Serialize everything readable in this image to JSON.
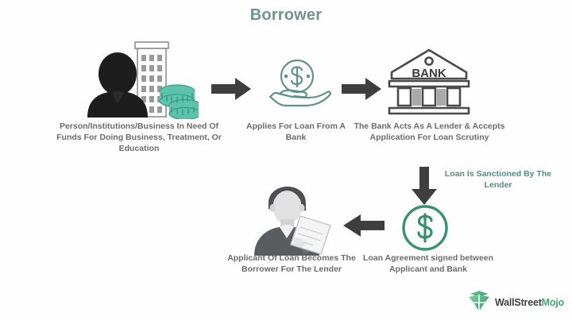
{
  "diagram": {
    "title": "Borrower",
    "title_color": "#6f9490",
    "accent_teal": "#4e8f86",
    "accent_green": "#3f9d76",
    "arrow_color": "#3e3e3e",
    "caption_color": "#6b6b6b",
    "steps": [
      {
        "id": "step-1",
        "icon": "person-building-coins-icon",
        "caption": "Person/Institutions/Business In Need Of Funds For Doing Business, Treatment, Or Education"
      },
      {
        "id": "step-2",
        "icon": "hand-holding-dollar-icon",
        "caption": "Applies For Loan From A Bank"
      },
      {
        "id": "step-3",
        "icon": "bank-building-icon",
        "icon_label": "BANK",
        "caption": "The Bank Acts As A Lender & Accepts Application For Loan Scrutiny"
      },
      {
        "id": "step-4",
        "icon": "dollar-circle-icon",
        "icon_label": "$",
        "caption": "Loan Agreement signed between Applicant and Bank"
      },
      {
        "id": "step-5",
        "icon": "applicant-signing-document-icon",
        "caption": "Applicant Of Loan Becomes The Borrower For The Lender"
      }
    ],
    "connector_label": "Loan Is Sanctioned By The Lender",
    "arrows": [
      {
        "id": "arrow-1",
        "direction": "right"
      },
      {
        "id": "arrow-2",
        "direction": "right"
      },
      {
        "id": "arrow-3",
        "direction": "down"
      },
      {
        "id": "arrow-4",
        "direction": "left"
      }
    ]
  },
  "logo": {
    "name": "WallStreetMojo",
    "part_1": "WallStreet",
    "part_2": "Mojo",
    "mark": "wallstreetmojo-logo-mark"
  }
}
